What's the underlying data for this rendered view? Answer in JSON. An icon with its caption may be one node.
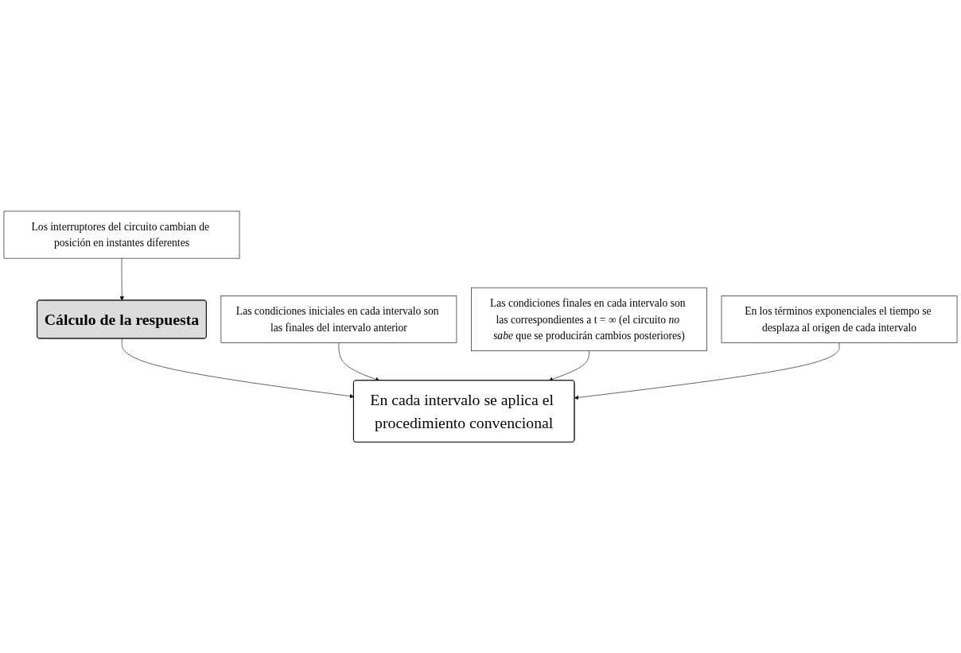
{
  "diagram": {
    "nodes": [
      {
        "text": [
          "Los interruptores del circuito cambian de posición en instantes diferentes"
        ]
      },
      {
        "text": [
          "Cálculo de la respuesta"
        ]
      },
      {
        "text": [
          "En cada intervalo se aplica el procedimiento convencional"
        ]
      },
      {
        "text": [
          "Las condiciones iniciales en cada intervalo son las finales del intervalo anterior"
        ]
      },
      {
        "text": [
          "Las condiciones finales en cada intervalo son las correspondientes a t = ∞ (el circuito *no sabe* que se producirán cambios posteriores)"
        ]
      },
      {
        "text": [
          "En los términos exponenciales el tiempo se desplaza al origen de cada intervalo"
        ]
      }
    ],
    "edges": [
      {
        "from": 0,
        "to": 1,
        "arrow": "to"
      },
      {
        "from": 1,
        "to": 2,
        "arrow": "to"
      },
      {
        "from": 3,
        "to": 2,
        "arrow": "to"
      },
      {
        "from": 4,
        "to": 2,
        "arrow": "to"
      },
      {
        "from": 5,
        "to": 2,
        "arrow": "to"
      }
    ]
  }
}
